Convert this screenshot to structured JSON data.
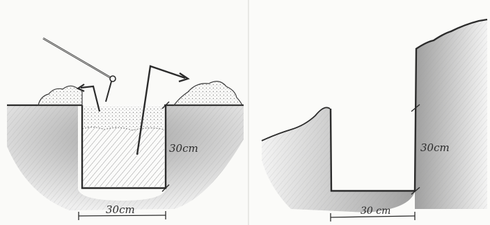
{
  "left_diagram": {
    "depth_label": "30cm",
    "width_label": "30cm"
  },
  "right_diagram": {
    "depth_label": "30cm",
    "width_label": "30 cm"
  },
  "colors": {
    "ink": "#2b2b2b",
    "soil_shade": "#bdbdbd",
    "background": "#fafaf8"
  }
}
